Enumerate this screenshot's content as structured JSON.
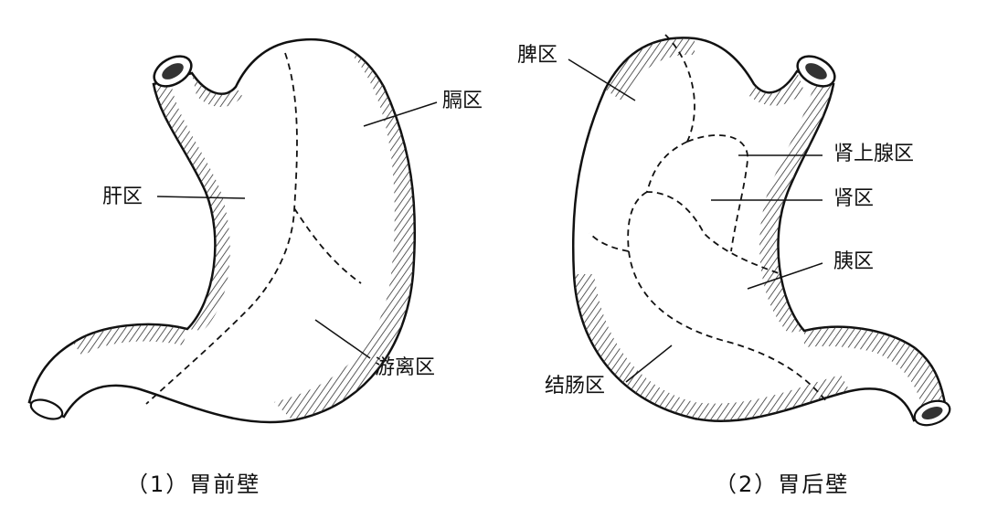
{
  "figures": [
    {
      "caption": "（1）胃前壁",
      "labels": {
        "diaphragm": "膈区",
        "liver": "肝区",
        "free": "游离区"
      }
    },
    {
      "caption": "（2）胃后壁",
      "labels": {
        "spleen": "脾区",
        "adrenal": "肾上腺区",
        "kidney": "肾区",
        "pancreas": "胰区",
        "colon": "结肠区"
      }
    }
  ],
  "colors": {
    "outline": "#111111",
    "fill": "#ffffff",
    "hatch": "#333333"
  }
}
